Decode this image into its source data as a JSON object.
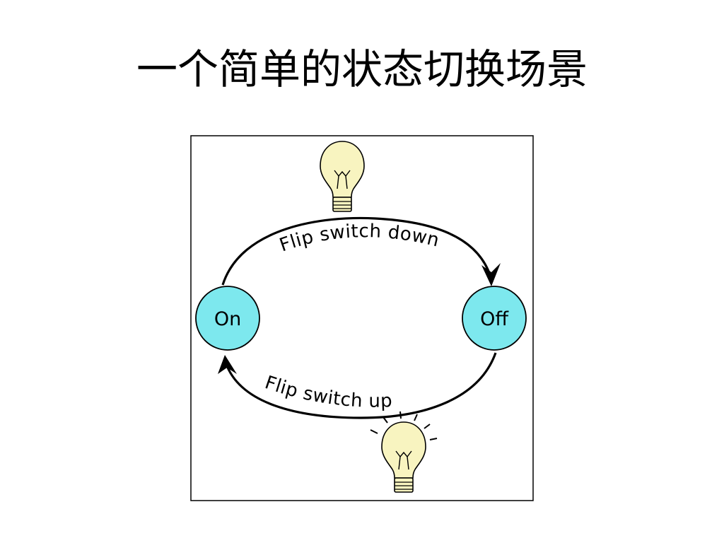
{
  "slide": {
    "title": "一个简单的状态切换场景"
  },
  "diagram": {
    "states": {
      "on": {
        "label": "On"
      },
      "off": {
        "label": "Off"
      }
    },
    "transitions": {
      "down": {
        "label": "Flip switch down"
      },
      "up": {
        "label": "Flip switch up"
      }
    },
    "colors": {
      "state_fill": "#7de8ee",
      "bulb_fill": "#f8f4c0",
      "border": "#000000"
    },
    "icons": {
      "bulb_top": "light-bulb-off-icon",
      "bulb_bottom": "light-bulb-on-icon"
    }
  }
}
